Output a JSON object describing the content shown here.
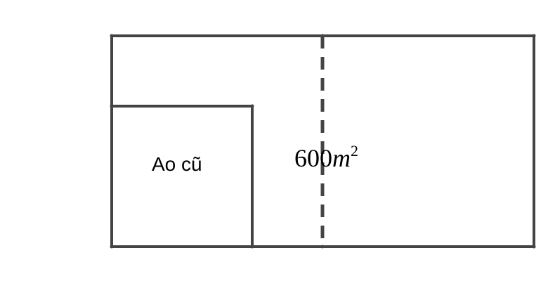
{
  "diagram": {
    "pond_label": "Ao cũ",
    "area_value": "600",
    "area_unit": "m",
    "area_exponent": "2",
    "colors": {
      "line": "#444444",
      "text": "#000000",
      "background": "#ffffff"
    }
  }
}
